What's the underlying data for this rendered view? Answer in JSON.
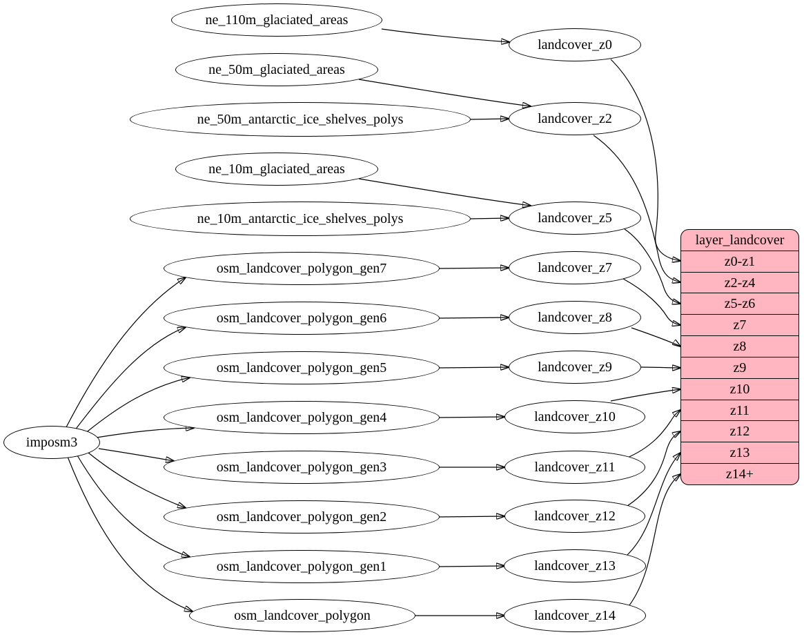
{
  "diagram_type": "graphviz-flow",
  "colors": {
    "background": "#ffffff",
    "node_fill": "#ffffff",
    "node_border": "#000000",
    "edge": "#000000",
    "layer_fill": "#ffb6c1",
    "layer_border": "#000000"
  },
  "nodes": [
    {
      "id": "imposm3",
      "label": "imposm3"
    },
    {
      "id": "ne_110m_glaciated_areas",
      "label": "ne_110m_glaciated_areas"
    },
    {
      "id": "ne_50m_glaciated_areas",
      "label": "ne_50m_glaciated_areas"
    },
    {
      "id": "ne_50m_antarctic_ice_shelves_polys",
      "label": "ne_50m_antarctic_ice_shelves_polys"
    },
    {
      "id": "ne_10m_glaciated_areas",
      "label": "ne_10m_glaciated_areas"
    },
    {
      "id": "ne_10m_antarctic_ice_shelves_polys",
      "label": "ne_10m_antarctic_ice_shelves_polys"
    },
    {
      "id": "osm_landcover_polygon_gen7",
      "label": "osm_landcover_polygon_gen7"
    },
    {
      "id": "osm_landcover_polygon_gen6",
      "label": "osm_landcover_polygon_gen6"
    },
    {
      "id": "osm_landcover_polygon_gen5",
      "label": "osm_landcover_polygon_gen5"
    },
    {
      "id": "osm_landcover_polygon_gen4",
      "label": "osm_landcover_polygon_gen4"
    },
    {
      "id": "osm_landcover_polygon_gen3",
      "label": "osm_landcover_polygon_gen3"
    },
    {
      "id": "osm_landcover_polygon_gen2",
      "label": "osm_landcover_polygon_gen2"
    },
    {
      "id": "osm_landcover_polygon_gen1",
      "label": "osm_landcover_polygon_gen1"
    },
    {
      "id": "osm_landcover_polygon",
      "label": "osm_landcover_polygon"
    },
    {
      "id": "landcover_z0",
      "label": "landcover_z0"
    },
    {
      "id": "landcover_z2",
      "label": "landcover_z2"
    },
    {
      "id": "landcover_z5",
      "label": "landcover_z5"
    },
    {
      "id": "landcover_z7",
      "label": "landcover_z7"
    },
    {
      "id": "landcover_z8",
      "label": "landcover_z8"
    },
    {
      "id": "landcover_z9",
      "label": "landcover_z9"
    },
    {
      "id": "landcover_z10",
      "label": "landcover_z10"
    },
    {
      "id": "landcover_z11",
      "label": "landcover_z11"
    },
    {
      "id": "landcover_z12",
      "label": "landcover_z12"
    },
    {
      "id": "landcover_z13",
      "label": "landcover_z13"
    },
    {
      "id": "landcover_z14",
      "label": "landcover_z14"
    }
  ],
  "layer_table": {
    "title": "layer_landcover",
    "rows": [
      "z0-z1",
      "z2-z4",
      "z5-z6",
      "z7",
      "z8",
      "z9",
      "z10",
      "z11",
      "z12",
      "z13",
      "z14+"
    ]
  },
  "edges": [
    {
      "from": "imposm3",
      "to": "osm_landcover_polygon_gen7"
    },
    {
      "from": "imposm3",
      "to": "osm_landcover_polygon_gen6"
    },
    {
      "from": "imposm3",
      "to": "osm_landcover_polygon_gen5"
    },
    {
      "from": "imposm3",
      "to": "osm_landcover_polygon_gen4"
    },
    {
      "from": "imposm3",
      "to": "osm_landcover_polygon_gen3"
    },
    {
      "from": "imposm3",
      "to": "osm_landcover_polygon_gen2"
    },
    {
      "from": "imposm3",
      "to": "osm_landcover_polygon_gen1"
    },
    {
      "from": "imposm3",
      "to": "osm_landcover_polygon"
    },
    {
      "from": "ne_110m_glaciated_areas",
      "to": "landcover_z0"
    },
    {
      "from": "ne_50m_glaciated_areas",
      "to": "landcover_z2"
    },
    {
      "from": "ne_50m_antarctic_ice_shelves_polys",
      "to": "landcover_z2"
    },
    {
      "from": "ne_10m_glaciated_areas",
      "to": "landcover_z5"
    },
    {
      "from": "ne_10m_antarctic_ice_shelves_polys",
      "to": "landcover_z5"
    },
    {
      "from": "osm_landcover_polygon_gen7",
      "to": "landcover_z7"
    },
    {
      "from": "osm_landcover_polygon_gen6",
      "to": "landcover_z8"
    },
    {
      "from": "osm_landcover_polygon_gen5",
      "to": "landcover_z9"
    },
    {
      "from": "osm_landcover_polygon_gen4",
      "to": "landcover_z10"
    },
    {
      "from": "osm_landcover_polygon_gen3",
      "to": "landcover_z11"
    },
    {
      "from": "osm_landcover_polygon_gen2",
      "to": "landcover_z12"
    },
    {
      "from": "osm_landcover_polygon_gen1",
      "to": "landcover_z13"
    },
    {
      "from": "osm_landcover_polygon",
      "to": "landcover_z14"
    },
    {
      "from": "landcover_z0",
      "to": "layer_landcover.z0-z1"
    },
    {
      "from": "landcover_z2",
      "to": "layer_landcover.z2-z4"
    },
    {
      "from": "landcover_z5",
      "to": "layer_landcover.z5-z6"
    },
    {
      "from": "landcover_z7",
      "to": "layer_landcover.z7"
    },
    {
      "from": "landcover_z8",
      "to": "layer_landcover.z8"
    },
    {
      "from": "landcover_z9",
      "to": "layer_landcover.z9"
    },
    {
      "from": "landcover_z10",
      "to": "layer_landcover.z10"
    },
    {
      "from": "landcover_z11",
      "to": "layer_landcover.z11"
    },
    {
      "from": "landcover_z12",
      "to": "layer_landcover.z12"
    },
    {
      "from": "landcover_z13",
      "to": "layer_landcover.z13"
    },
    {
      "from": "landcover_z14",
      "to": "layer_landcover.z14+"
    }
  ]
}
